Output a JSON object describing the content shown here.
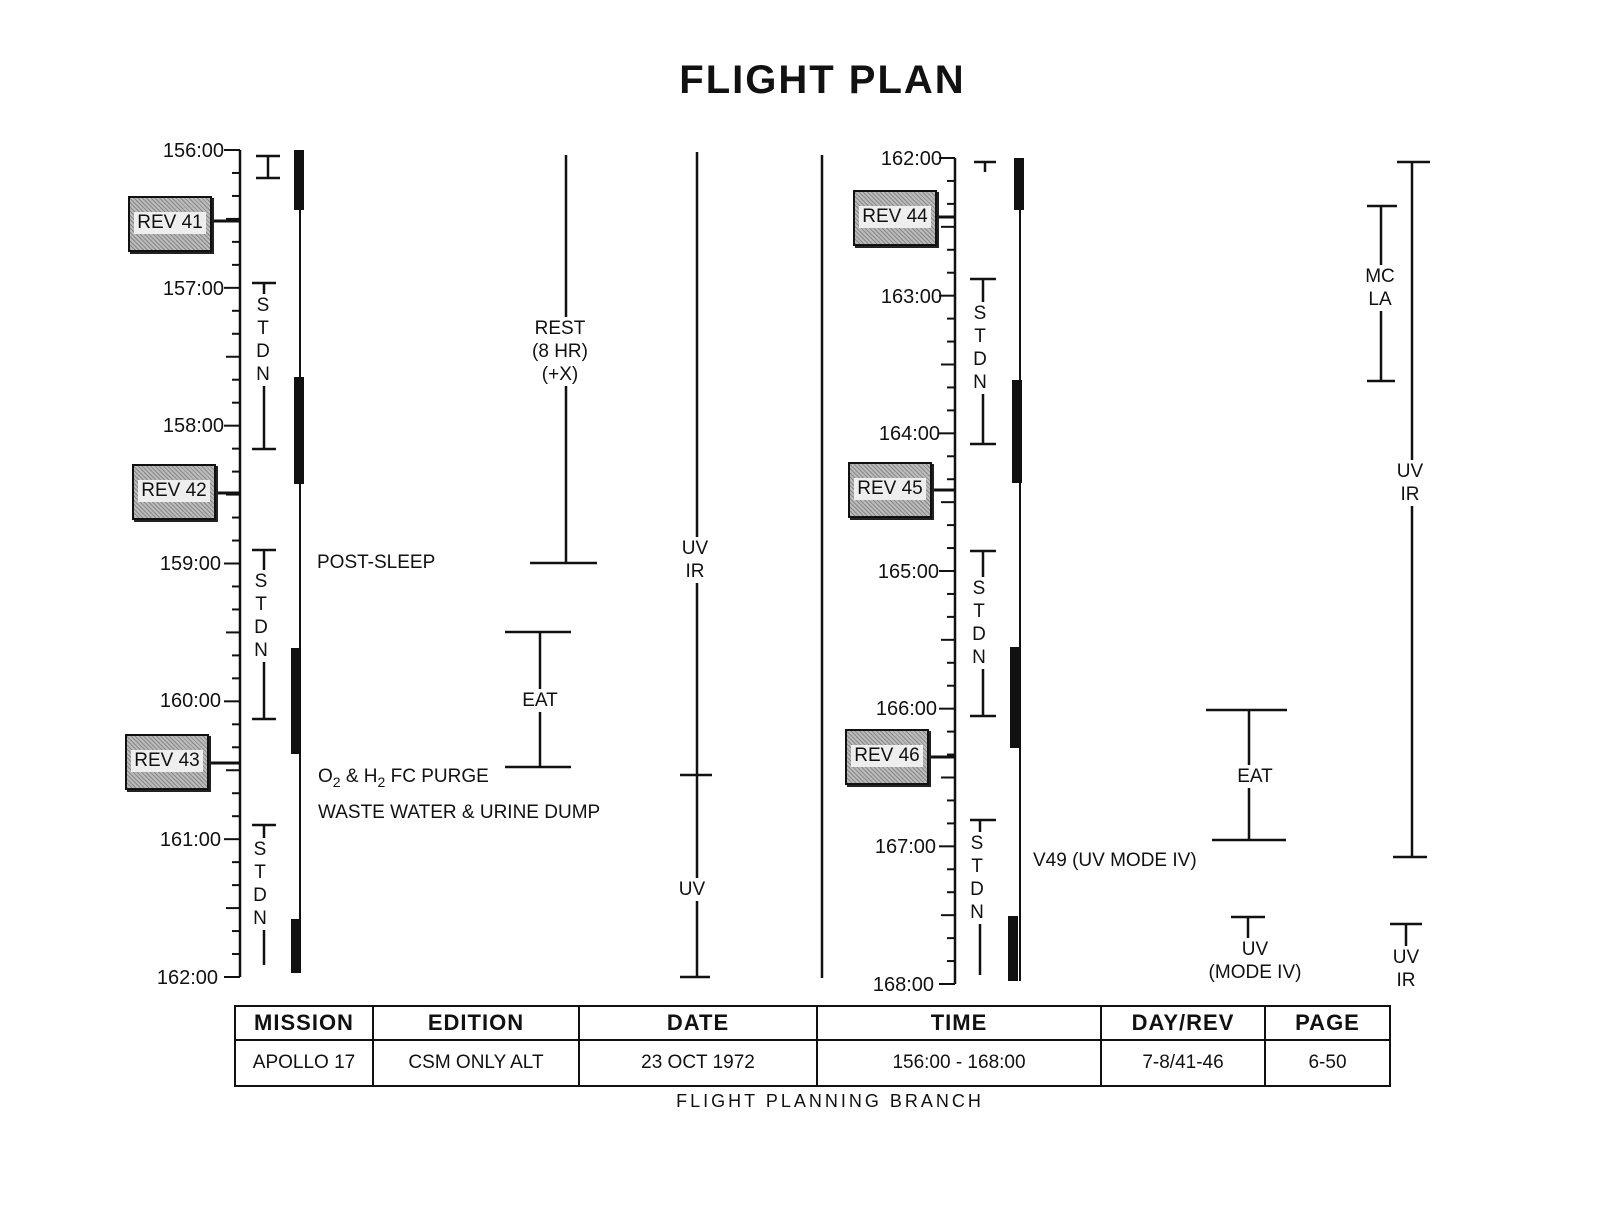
{
  "title": "FLIGHT PLAN",
  "left_column": {
    "times": [
      "156:00",
      "157:00",
      "158:00",
      "159:00",
      "160:00",
      "161:00",
      "162:00"
    ],
    "revs": [
      "REV 41",
      "REV 42",
      "REV 43"
    ],
    "stdn": [
      "S",
      "T",
      "D",
      "N"
    ],
    "events": {
      "post_sleep": "POST-SLEEP",
      "purge_o": "O",
      "purge_sub1": "2",
      "purge_mid": " & H",
      "purge_sub2": "2",
      "purge_end": " FC PURGE",
      "dump": "WASTE WATER & URINE DUMP",
      "rest": [
        "REST",
        "(8 HR)",
        "(+X)"
      ],
      "eat": "EAT",
      "uv_ir": [
        "UV",
        "IR"
      ],
      "uv": "UV"
    }
  },
  "right_column": {
    "times": [
      "162:00",
      "163:00",
      "164:00",
      "165:00",
      "166:00",
      "167:00",
      "168:00"
    ],
    "revs": [
      "REV 44",
      "REV 45",
      "REV 46"
    ],
    "events": {
      "v49": "V49 (UV MODE IV)",
      "mc_la": [
        "MC",
        "LA"
      ],
      "uv_ir": [
        "UV",
        "IR"
      ],
      "eat": "EAT",
      "uv_mode": [
        "UV",
        "(MODE IV)"
      ],
      "uv_ir_end": [
        "UV",
        "IR"
      ]
    }
  },
  "table": {
    "headers": [
      "MISSION",
      "EDITION",
      "DATE",
      "TIME",
      "DAY/REV",
      "PAGE"
    ],
    "values": [
      "APOLLO 17",
      "CSM ONLY ALT",
      "23 OCT 1972",
      "156:00 - 168:00",
      "7-8/41-46",
      "6-50"
    ]
  },
  "footer": "FLIGHT PLANNING BRANCH"
}
